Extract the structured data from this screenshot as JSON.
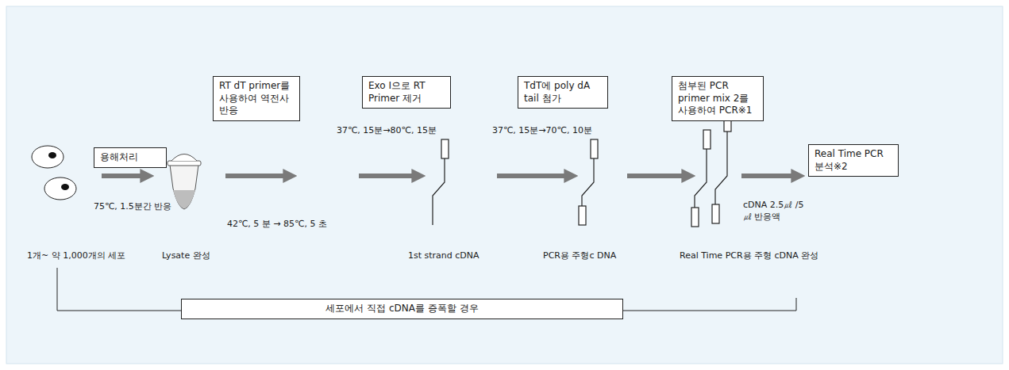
{
  "diagram": {
    "nodes": [
      {
        "text": [
          "용해처리"
        ]
      },
      {
        "text": [
          "RT dT primer를 사용하여 역전사 반응"
        ]
      },
      {
        "text": [
          "Exo I으로 RT Primer 제거"
        ]
      },
      {
        "text": [
          "TdT에 poly dA tail 첨가"
        ]
      },
      {
        "text": [
          "첨부된 PCR primer mix 2를 사용하여 PCR※1"
        ]
      },
      {
        "text": [
          "Real Time PCR 분석※2"
        ]
      },
      {
        "text": [
          "세포에서 직접 cDNA를 증폭할 경우"
        ]
      }
    ],
    "labels": [
      "75℃, 1.5분간 반응",
      "42℃, 5 분 → 85℃, 5 초",
      "37℃, 15분→80℃, 15분",
      "37℃, 15분→70℃, 10분",
      "cDNA 2.5㎕ /5㎕ 반응액",
      "1개~ 약 1,000개의 세포",
      "Lysate 완성",
      "1st strand cDNA",
      "PCR용 주형c DNA",
      "Real Time PCR용 주형 cDNA 완성"
    ]
  }
}
